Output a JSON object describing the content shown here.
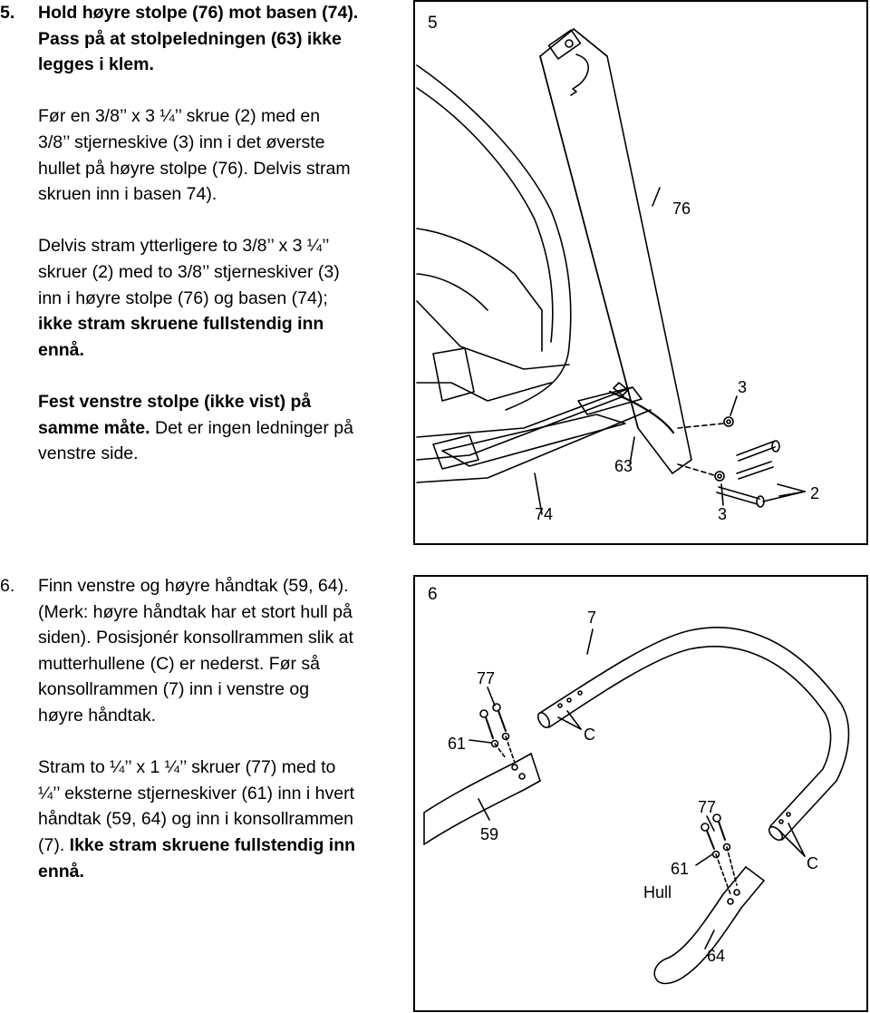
{
  "step5": {
    "number": "5.",
    "bold_line1": "Hold høyre stolpe (76) mot basen (74).",
    "bold_line2": "Pass på at stolpeledningen (63) ikke",
    "bold_line3": "legges i klem.",
    "para2_lines": [
      "Før en 3/8’’ x 3 ¼’’ skrue (2) med en",
      "3/8’’ stjerneskive (3) inn i det øverste",
      "hullet på høyre stolpe (76). Delvis stram",
      "skruen inn i basen 74)."
    ],
    "para3_lines": [
      "Delvis stram ytterligere to 3/8’’ x 3 ¼’’",
      "skruer (2) med to 3/8’’ stjerneskiver (3)",
      "inn i høyre stolpe (76) og basen (74);"
    ],
    "para3_bold_lines": [
      "ikke stram skruene fullstendig inn",
      "ennå."
    ],
    "para4_bold_lines": [
      "Fest venstre stolpe (ikke vist) på",
      "samme måte."
    ],
    "para4_tail_1": " Det er ingen ledninger på",
    "para4_tail_2": "venstre side."
  },
  "step6": {
    "number": "6.",
    "line1": "Finn venstre og høyre håndtak (59, 64).",
    "para1_lines": [
      "(Merk: høyre håndtak har et stort hull på",
      "siden). Posisjonér konsollrammen slik at",
      "mutterhullene (C) er nederst. Før så",
      "konsollrammen (7) inn i venstre og",
      "høyre håndtak."
    ],
    "para2_lines": [
      "Stram to ¼’’ x 1 ¼’’ skruer (77) med to",
      "¼’’ eksterne stjerneskiver (61) inn i hvert",
      "håndtak (59, 64) og inn i konsollrammen"
    ],
    "para2_last_plain": "(7). ",
    "para2_bold_1": "Ikke stram skruene fullstendig inn",
    "para2_bold_2": "ennå."
  },
  "figure5": {
    "number": "5",
    "labels": {
      "post": "76",
      "screw_top": "3",
      "wire": "63",
      "base": "74",
      "washer_bottom": "3",
      "bolt": "2"
    }
  },
  "figure6": {
    "number": "6",
    "labels": {
      "frame": "7",
      "screw_left": "77",
      "washer_left": "61",
      "nut_left": "C",
      "handle_left": "59",
      "screw_right": "77",
      "washer_right": "61",
      "nut_right": "C",
      "hole": "Hull",
      "handle_right": "64"
    }
  }
}
